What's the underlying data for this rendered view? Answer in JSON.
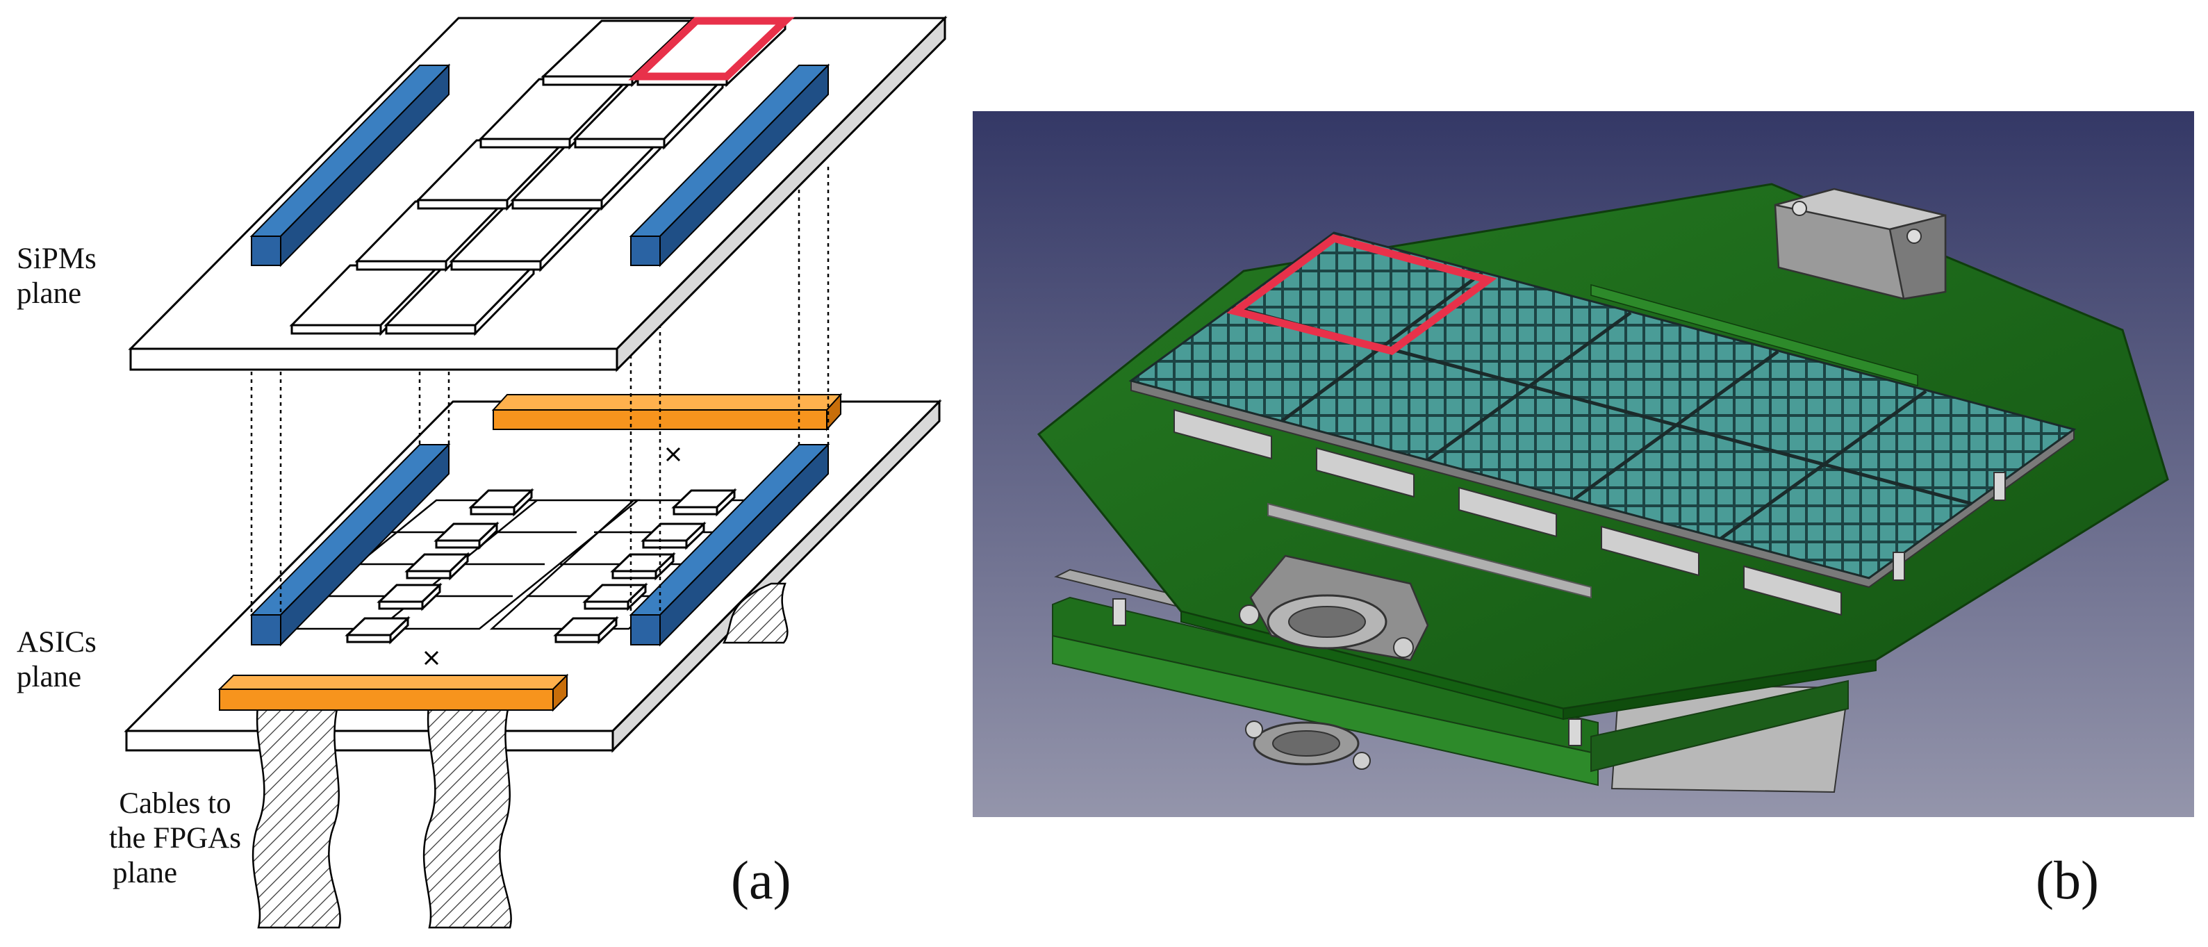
{
  "panel_a": {
    "sipm_label": [
      "SiPMs",
      "plane"
    ],
    "asic_label": [
      "ASICs",
      "plane"
    ],
    "cable_label": [
      "Cables to",
      "the FPGAs",
      "plane"
    ],
    "letter": "(a)"
  },
  "panel_b": {
    "letter": "(b)"
  },
  "colors": {
    "blue_bar": "#3a7fc1",
    "blue_bar_dark": "#1f4f86",
    "orange_bar": "#f7941d",
    "highlight_red": "#e8314a",
    "pcb_green": "#1f6f1c",
    "sensor_teal": "#3b8f8c",
    "background_gradient_top": "#343866",
    "background_gradient_bottom": "#9495ab"
  }
}
